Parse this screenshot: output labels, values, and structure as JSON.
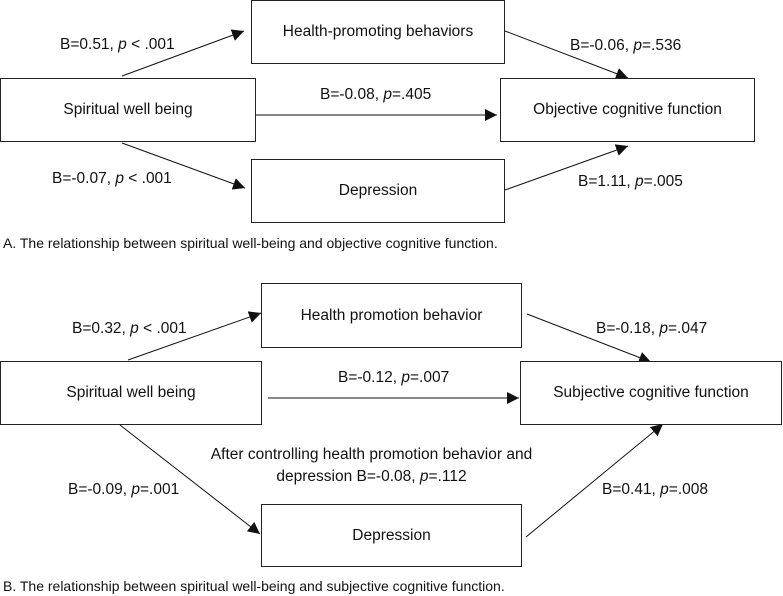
{
  "panel_a": {
    "boxes": {
      "predictor": "Spiritual well being",
      "mediator1": "Health-promoting behaviors",
      "mediator2": "Depression",
      "outcome": "Objective cognitive function"
    },
    "paths": {
      "a1": {
        "b": "B=0.51, ",
        "p_sym": "p",
        "p_val": " < .001"
      },
      "b1": {
        "b": "B=-0.06, ",
        "p_sym": "p",
        "p_val": "=.536"
      },
      "c": {
        "b": "B=-0.08, ",
        "p_sym": "p",
        "p_val": "=.405"
      },
      "a2": {
        "b": "B=-0.07, ",
        "p_sym": "p",
        "p_val": " < .001"
      },
      "b2": {
        "b": "B=1.11, ",
        "p_sym": "p",
        "p_val": "=.005"
      }
    },
    "caption": "A. The relationship between spiritual well-being and objective cognitive function."
  },
  "panel_b": {
    "boxes": {
      "predictor": "Spiritual well being",
      "mediator1": "Health promotion behavior",
      "mediator2": "Depression",
      "outcome": "Subjective cognitive function"
    },
    "paths": {
      "a1": {
        "b": "B=0.32, ",
        "p_sym": "p",
        "p_val": " < .001"
      },
      "b1": {
        "b": "B=-0.18, ",
        "p_sym": "p",
        "p_val": "=.047"
      },
      "c": {
        "b": "B=-0.12, ",
        "p_sym": "p",
        "p_val": "=.007"
      },
      "a2": {
        "b": "B=-0.09, ",
        "p_sym": "p",
        "p_val": "=.001"
      },
      "b2": {
        "b": "B=0.41, ",
        "p_sym": "p",
        "p_val": "=.008"
      }
    },
    "note": {
      "line1": "After controlling health promotion behavior and",
      "line2_prefix": "depression B=-0.08, ",
      "line2_p": "p",
      "line2_val": "=.112"
    },
    "caption": "B. The relationship between spiritual well-being and subjective cognitive function."
  }
}
